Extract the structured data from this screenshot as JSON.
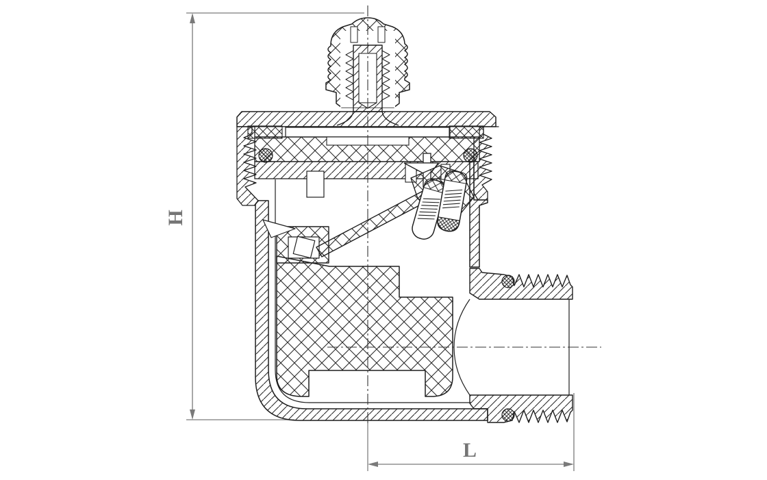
{
  "diagram": {
    "kind": "valve-cross-section-engineering-drawing",
    "labels": {
      "height": "H",
      "length": "L"
    },
    "colors": {
      "background": "#ffffff",
      "line": "#212121",
      "dimension": "#7a7a7a",
      "label": "#757575"
    }
  }
}
